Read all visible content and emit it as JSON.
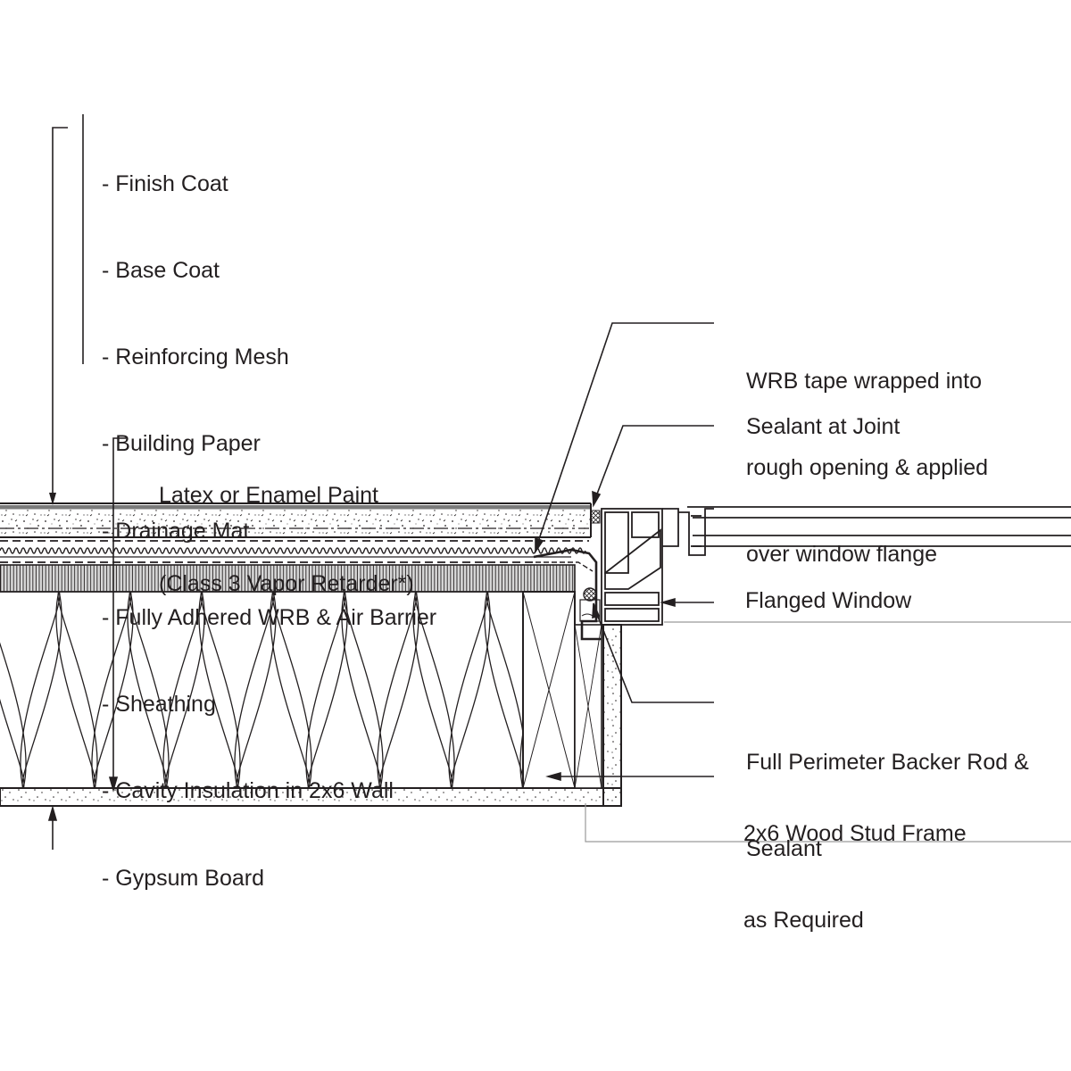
{
  "header": {
    "title": ""
  },
  "layers": [
    "- Finish Coat",
    "- Base Coat",
    "- Reinforcing Mesh",
    "- Building Paper",
    "- Drainage Mat",
    "- Fully Adhered WRB & Air Barrier",
    "- Sheathing",
    "- Cavity Insulation in 2x6 Wall",
    "- Gypsum Board"
  ],
  "paint_note": {
    "line1": "Latex or Enamel Paint",
    "line2": "(Class 3 Vapor Retarder*)"
  },
  "callouts": {
    "wrb_tape": {
      "line1": "WRB tape wrapped into",
      "line2": "rough opening & applied",
      "line3": "over window flange"
    },
    "sealant_joint": "Sealant at Joint",
    "flanged_window": "Flanged Window",
    "backer_rod": {
      "line1": "Full Perimeter Backer Rod &",
      "line2": "Sealant"
    },
    "stud_frame": {
      "line1": "2x6 Wood Stud Frame",
      "line2": "as Required"
    }
  },
  "icons": [
    "insulation-batt-pattern",
    "stucco-stipple-pattern",
    "drainage-mat-wave-pattern",
    "wood-stud-cross-section",
    "backer-rod-symbol",
    "window-frame-profile"
  ],
  "colors": {
    "line": "#231f20",
    "background": "#ffffff",
    "callout_rule": "#9a9a9a"
  }
}
